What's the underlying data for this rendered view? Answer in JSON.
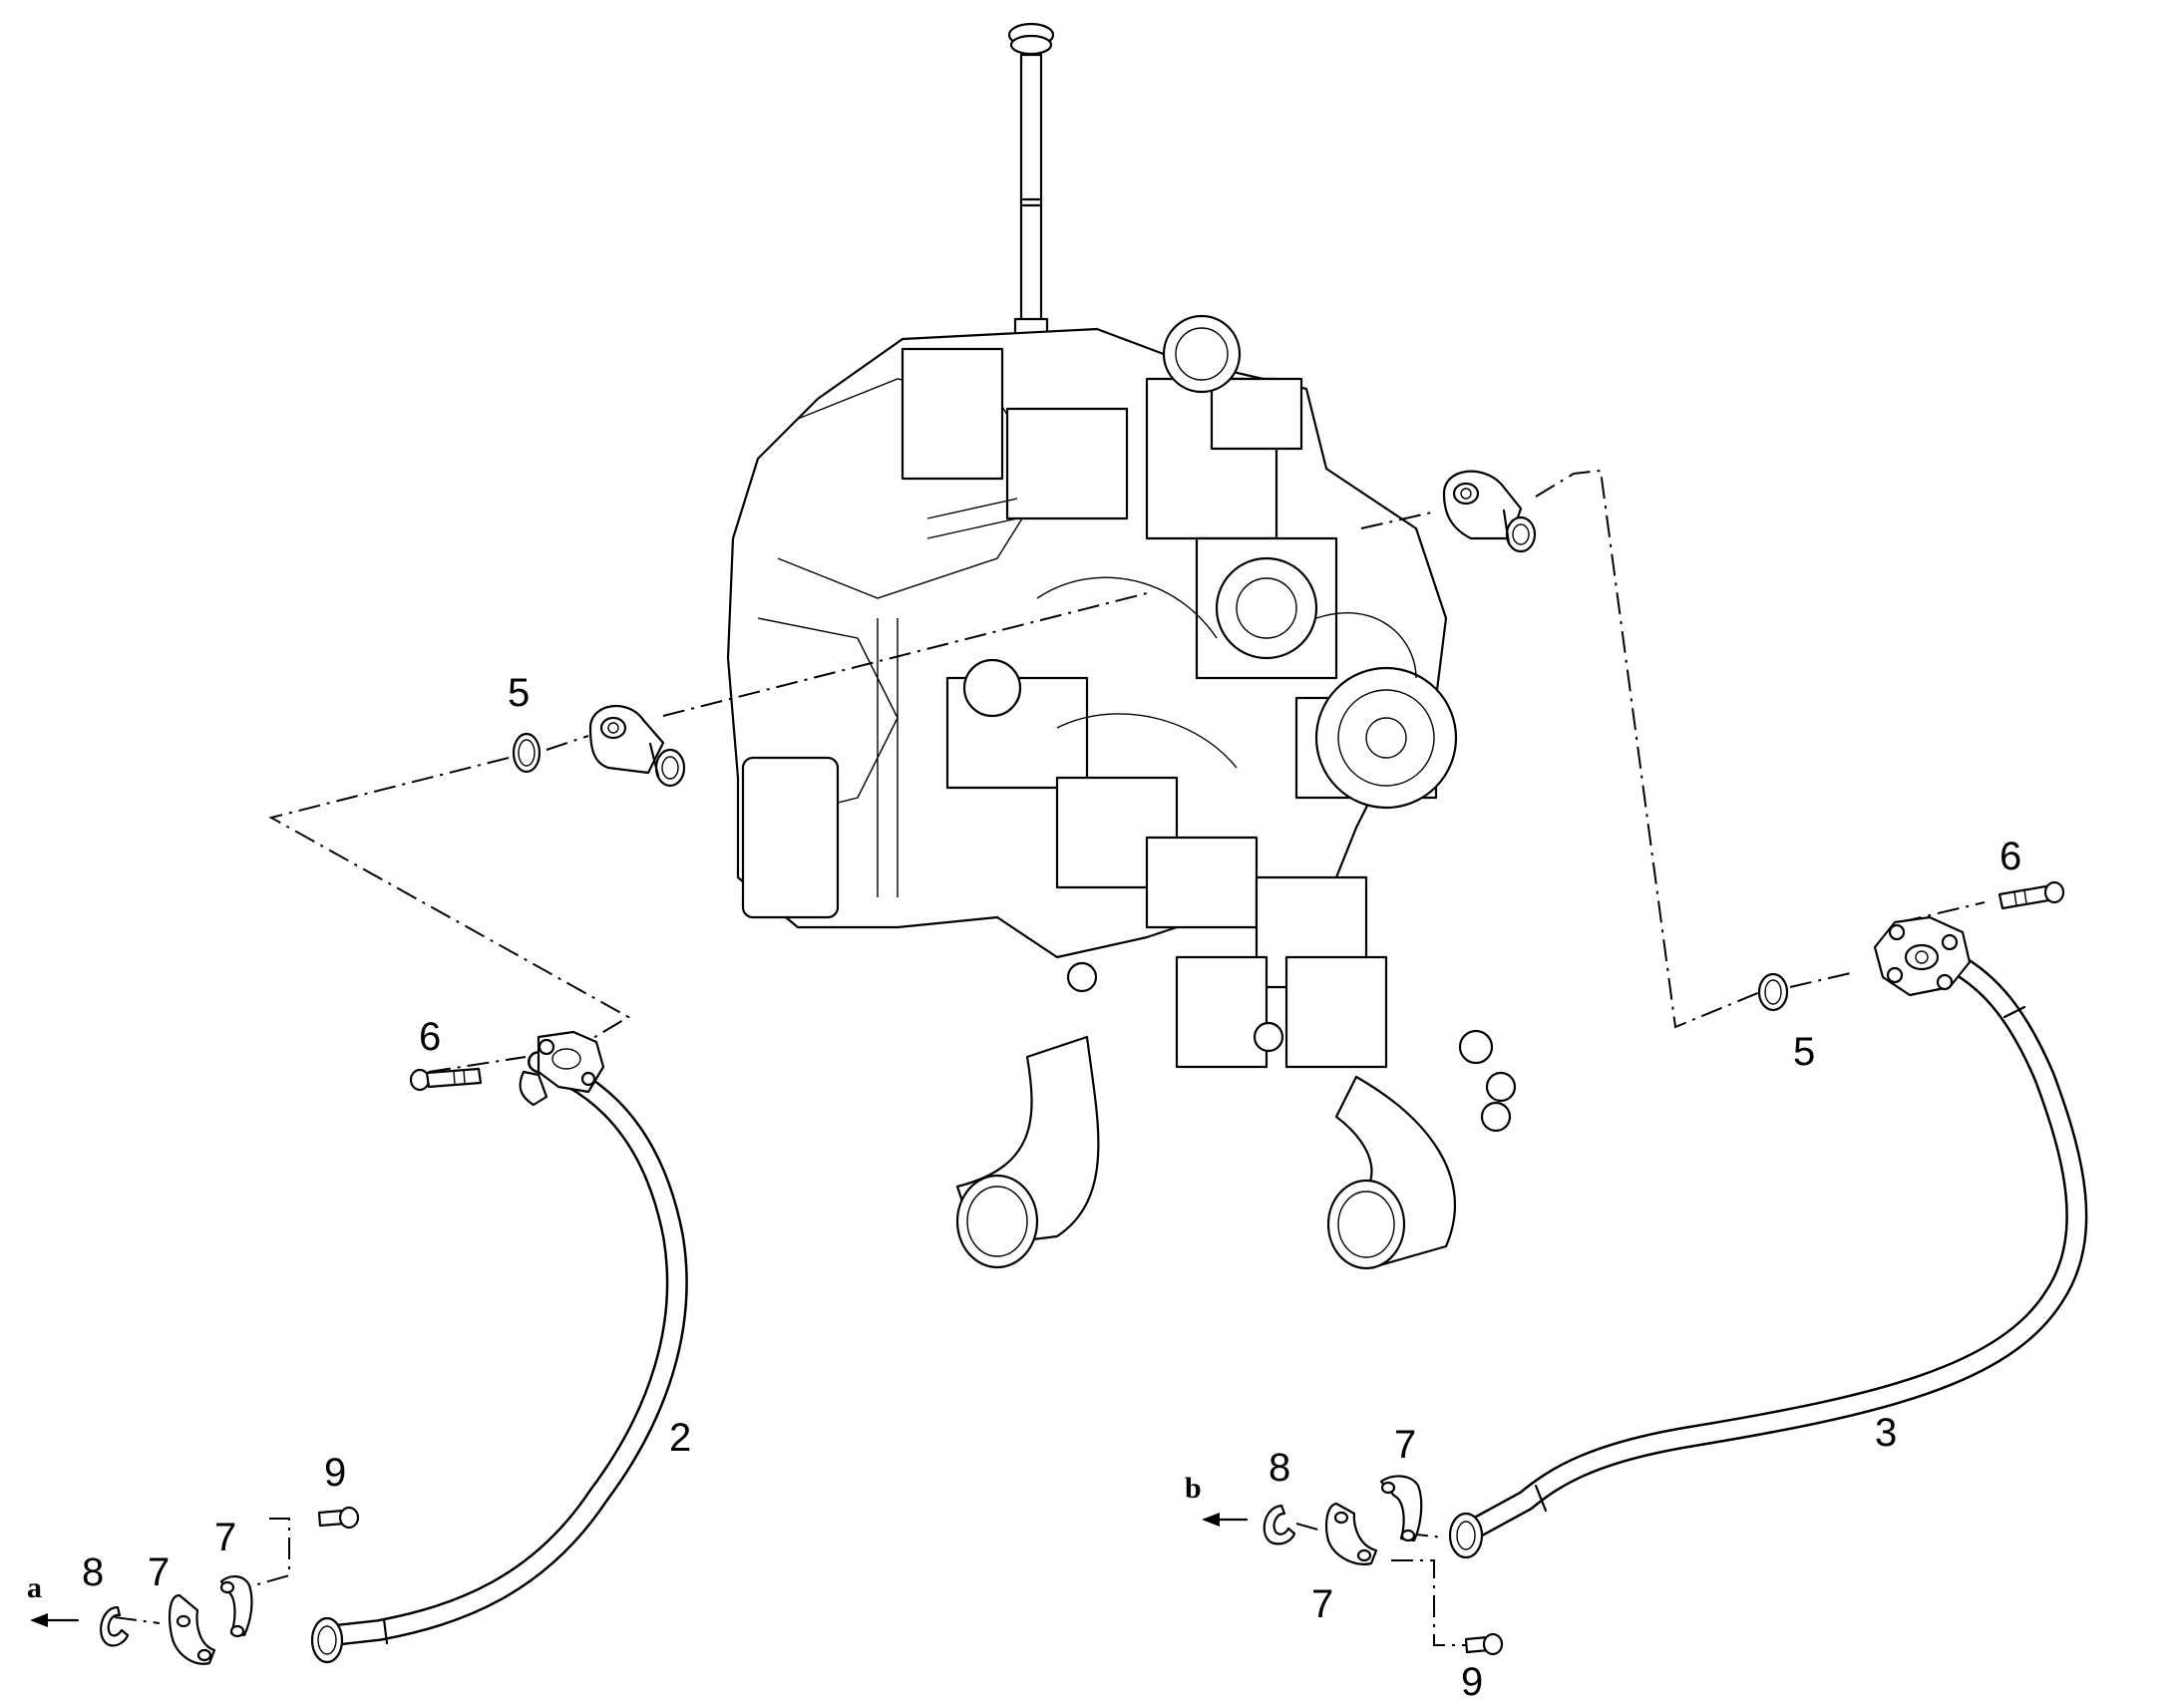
{
  "diagram": {
    "callouts": {
      "oring_upper_left": "5",
      "oring_right": "5",
      "screw_left": "6",
      "screw_right": "6",
      "hose_left": "2",
      "hose_right": "3",
      "clamp_left_lower": "7",
      "clamp_left_upper": "7",
      "clamp_right_upper": "7",
      "clamp_right_lower": "7",
      "seal_left": "8",
      "seal_right": "8",
      "bolt_left": "9",
      "bolt_right": "9"
    },
    "arrows": {
      "left": "a",
      "right": "b"
    }
  }
}
